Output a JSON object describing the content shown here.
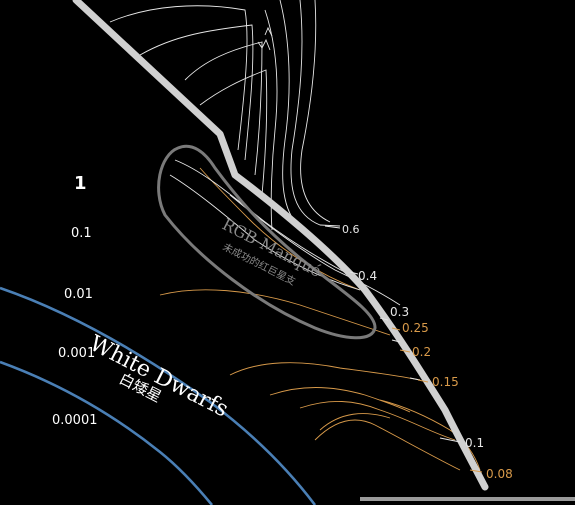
{
  "axis": {
    "luminosity_ticks": [
      "1",
      "0.1",
      "0.01",
      "0.001",
      "0.0001"
    ]
  },
  "regions": {
    "rgb_manque_label": "RGB-Manqué",
    "rgb_manque_cn": "未成功的红巨星支",
    "white_dwarfs_label": "White Dwarfs",
    "white_dwarfs_cn": "白矮星"
  },
  "mass_labels": {
    "m_0_6": "0.6",
    "m_0_4": "0.4",
    "m_0_3": "0.3",
    "m_0_25": "0.25",
    "m_0_2": "0.2",
    "m_0_15": "0.15",
    "m_0_1": "0.1",
    "m_0_08": "0.08"
  },
  "colors": {
    "background": "#000000",
    "main_sequence": "#d0d0d0",
    "white_dwarf_band": "#4a7fb5",
    "rgb_manque_outline": "#7a7a7a",
    "track_white": "#e6e6e6",
    "track_orange": "#d89a4a"
  }
}
